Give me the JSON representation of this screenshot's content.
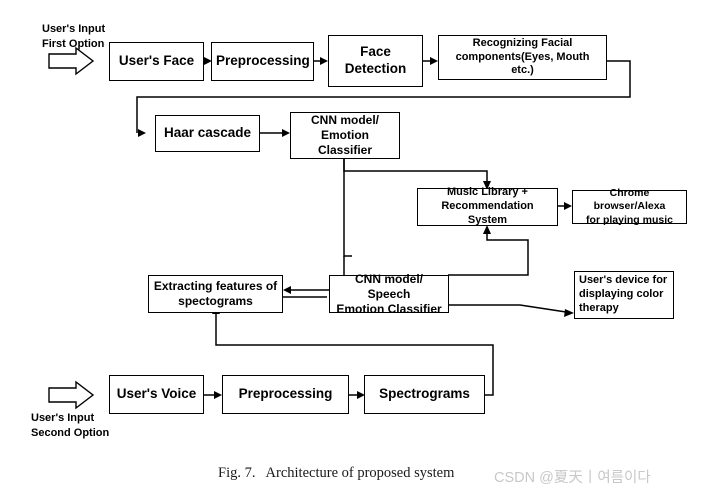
{
  "figure": {
    "caption": "Fig. 7.   Architecture of proposed system",
    "watermark": "CSDN @夏天丨여름이다"
  },
  "labels": {
    "input_first": "User's Input\nFirst Option",
    "input_second": "User's Input\nSecond Option"
  },
  "nodes": {
    "users_face": "User's Face",
    "preprocessing_1": "Preprocessing",
    "face_detection": "Face\nDetection",
    "recognizing_facial": "Recognizing Facial\ncomponents(Eyes, Mouth etc.)",
    "haar_cascade": "Haar cascade",
    "cnn_emotion": "CNN model/\nEmotion Classifier",
    "music_library": "Music Library +\nRecommendation System",
    "chrome_browser": "Chrome browser/Alexa\nfor playing music",
    "extracting_features": "Extracting features of\nspectograms",
    "cnn_speech": "CNN model/ Speech\nEmotion Classifier",
    "user_device": "User's device for\ndisplaying color\ntherapy",
    "users_voice": "User's Voice",
    "preprocessing_2": "Preprocessing",
    "spectrograms": "Spectrograms"
  },
  "colors": {
    "stroke": "#000000",
    "background": "#ffffff",
    "watermark": "#c8c8c8"
  }
}
